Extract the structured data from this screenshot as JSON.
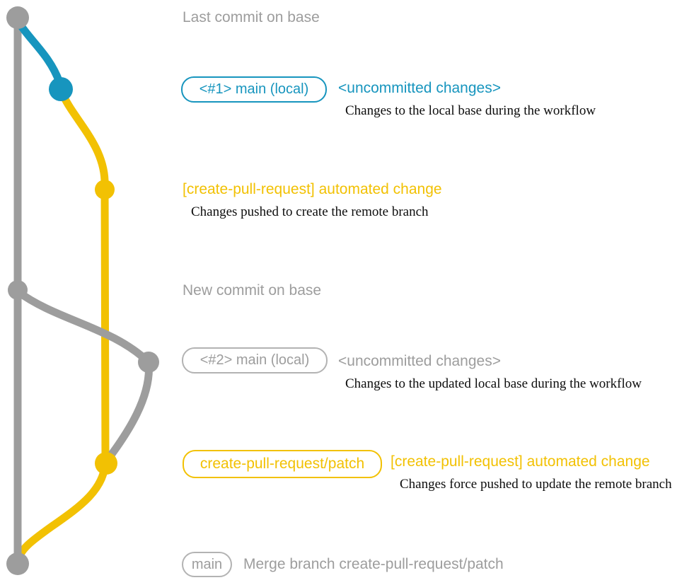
{
  "palette": {
    "base_gray": "#9d9d9d",
    "branch_blue": "#1795be",
    "branch_yellow": "#f2c103",
    "description_text": "#0d0d0d"
  },
  "graph": {
    "base_branch_color_name": "gray",
    "local_changes_color_name": "blue",
    "remote_branch_color_name": "yellow",
    "commit_nodes": [
      "last-commit-on-base",
      "uncommitted-changes-1",
      "automated-change-push-1",
      "new-commit-on-base",
      "uncommitted-changes-2",
      "automated-change-push-2",
      "merge-commit"
    ]
  },
  "sections": {
    "top": {
      "base_label": "Last commit on base",
      "branch_badge": "<#1> main (local)",
      "heading": "<uncommitted changes>",
      "description": "Changes to the local base during the workflow"
    },
    "push1": {
      "heading": "[create-pull-request] automated change",
      "description": "Changes pushed to create the remote branch"
    },
    "middle": {
      "base_label": "New commit on base",
      "branch_badge": "<#2> main (local)",
      "heading": "<uncommitted changes>",
      "description": "Changes to the updated local base during the workflow"
    },
    "push2": {
      "branch_badge": "create-pull-request/patch",
      "heading": "[create-pull-request] automated change",
      "description": "Changes force pushed to update the remote branch"
    },
    "bottom": {
      "branch_badge": "main",
      "merge_label": "Merge branch create-pull-request/patch"
    }
  }
}
